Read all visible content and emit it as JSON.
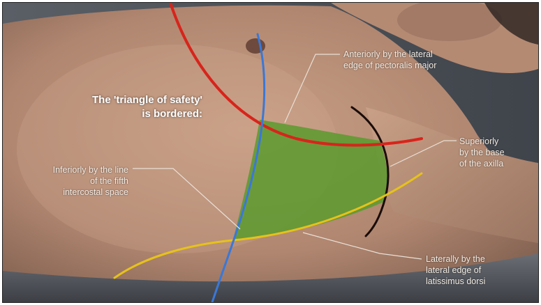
{
  "figure": {
    "title_lines": [
      "The 'triangle of safety'",
      "is bordered:"
    ],
    "labels": {
      "anterior": [
        "Anteriorly by the lateral",
        "edge of pectoralis major"
      ],
      "superior": [
        "Superiorly",
        "by the base",
        "of the axilla"
      ],
      "inferior": [
        "Inferiorly by the line",
        "of the fifth",
        "intercostal space"
      ],
      "lateral": [
        "Laterally by the",
        "lateral edge of",
        "latissimus dorsi"
      ]
    },
    "colors": {
      "pectoralis_line": "#d8241b",
      "intercostal_line": "#e6c21a",
      "vertical_line": "#3a78d8",
      "triangle_fill": "#5a9a2e",
      "axilla_edge": "#1a0c08"
    }
  }
}
